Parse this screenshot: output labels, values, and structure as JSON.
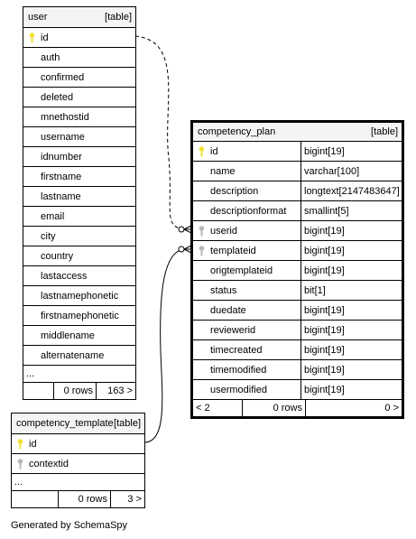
{
  "user": {
    "name": "user",
    "kind": "[table]",
    "columns": [
      "id",
      "auth",
      "confirmed",
      "deleted",
      "mnethostid",
      "username",
      "idnumber",
      "firstname",
      "lastname",
      "email",
      "city",
      "country",
      "lastaccess",
      "lastnamephonetic",
      "firstnamephonetic",
      "middlename",
      "alternatename"
    ],
    "ellipsis": "...",
    "footer": {
      "left": "",
      "rows": "0 rows",
      "right": "163 >"
    }
  },
  "competency_plan": {
    "name": "competency_plan",
    "kind": "[table]",
    "columns": [
      {
        "name": "id",
        "type": "bigint[19]"
      },
      {
        "name": "name",
        "type": "varchar[100]"
      },
      {
        "name": "description",
        "type": "longtext[2147483647]"
      },
      {
        "name": "descriptionformat",
        "type": "smallint[5]"
      },
      {
        "name": "userid",
        "type": "bigint[19]"
      },
      {
        "name": "templateid",
        "type": "bigint[19]"
      },
      {
        "name": "origtemplateid",
        "type": "bigint[19]"
      },
      {
        "name": "status",
        "type": "bit[1]"
      },
      {
        "name": "duedate",
        "type": "bigint[19]"
      },
      {
        "name": "reviewerid",
        "type": "bigint[19]"
      },
      {
        "name": "timecreated",
        "type": "bigint[19]"
      },
      {
        "name": "timemodified",
        "type": "bigint[19]"
      },
      {
        "name": "usermodified",
        "type": "bigint[19]"
      }
    ],
    "footer": {
      "left": "< 2",
      "rows": "0 rows",
      "right": "0 >"
    }
  },
  "competency_template": {
    "name": "competency_template",
    "kind": "[table]",
    "columns": [
      "id",
      "contextid"
    ],
    "ellipsis": "...",
    "footer": {
      "left": "",
      "rows": "0 rows",
      "right": "3 >"
    }
  },
  "generated_by": "Generated by SchemaSpy",
  "colors": {
    "primary_key_icon": "#f2e23a",
    "foreign_key_icon": "#b8b8b8",
    "header_bg": "#f4f4f4"
  }
}
